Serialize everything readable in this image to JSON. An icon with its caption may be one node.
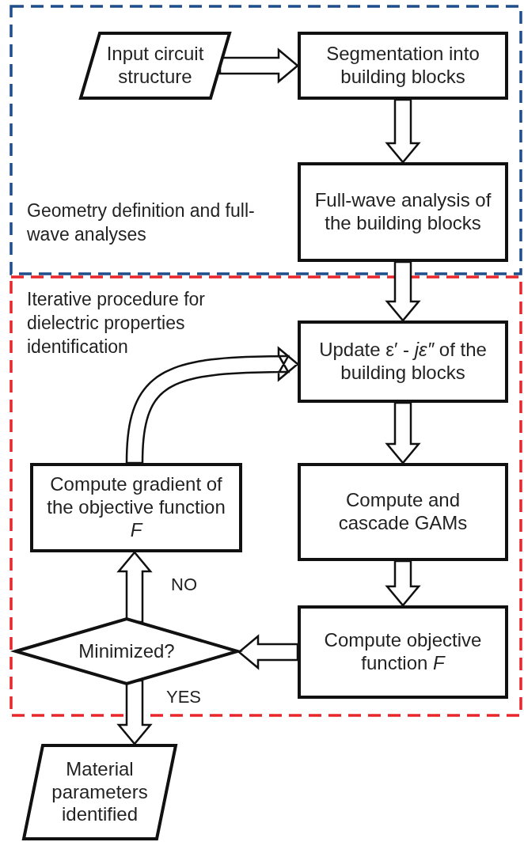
{
  "diagram": {
    "nodes": [
      {
        "text": [
          "Geometry definition and full-wave analyses"
        ]
      },
      {
        "text": [
          "Input circuit structure"
        ],
        "in": 0
      },
      {
        "text": [
          "Segmentation into building blocks"
        ],
        "in": 0
      },
      {
        "text": [
          "Full-wave analysis of the building blocks"
        ],
        "in": 0
      },
      {
        "text": [
          "Iterative procedure for dielectric properties identification"
        ]
      },
      {
        "text": [
          "Update ε′ - *jε″* of the building blocks"
        ],
        "in": 4
      },
      {
        "text": [
          "Compute and cascade GAMs"
        ],
        "in": 4
      },
      {
        "text": [
          "Compute objective function *F*"
        ],
        "in": 4
      },
      {
        "text": [
          "Minimized?"
        ],
        "in": 4
      },
      {
        "text": [
          "Compute gradient of the objective function *F*"
        ],
        "in": 4
      },
      {
        "text": [
          "Material parameters identified"
        ]
      }
    ],
    "edges": [
      {
        "from": 1,
        "to": 2,
        "arrow": "to"
      },
      {
        "from": 2,
        "to": 3,
        "arrow": "to"
      },
      {
        "from": 3,
        "to": 5,
        "arrow": "to"
      },
      {
        "from": 5,
        "to": 6,
        "arrow": "to"
      },
      {
        "from": 6,
        "to": 7,
        "arrow": "to"
      },
      {
        "from": 7,
        "to": 8,
        "arrow": "to"
      },
      {
        "from": 8,
        "to": 9,
        "arrow": "to",
        "label": "NO"
      },
      {
        "from": 9,
        "to": 5,
        "arrow": "to"
      },
      {
        "from": 8,
        "to": 10,
        "arrow": "to",
        "label": "YES"
      }
    ]
  }
}
